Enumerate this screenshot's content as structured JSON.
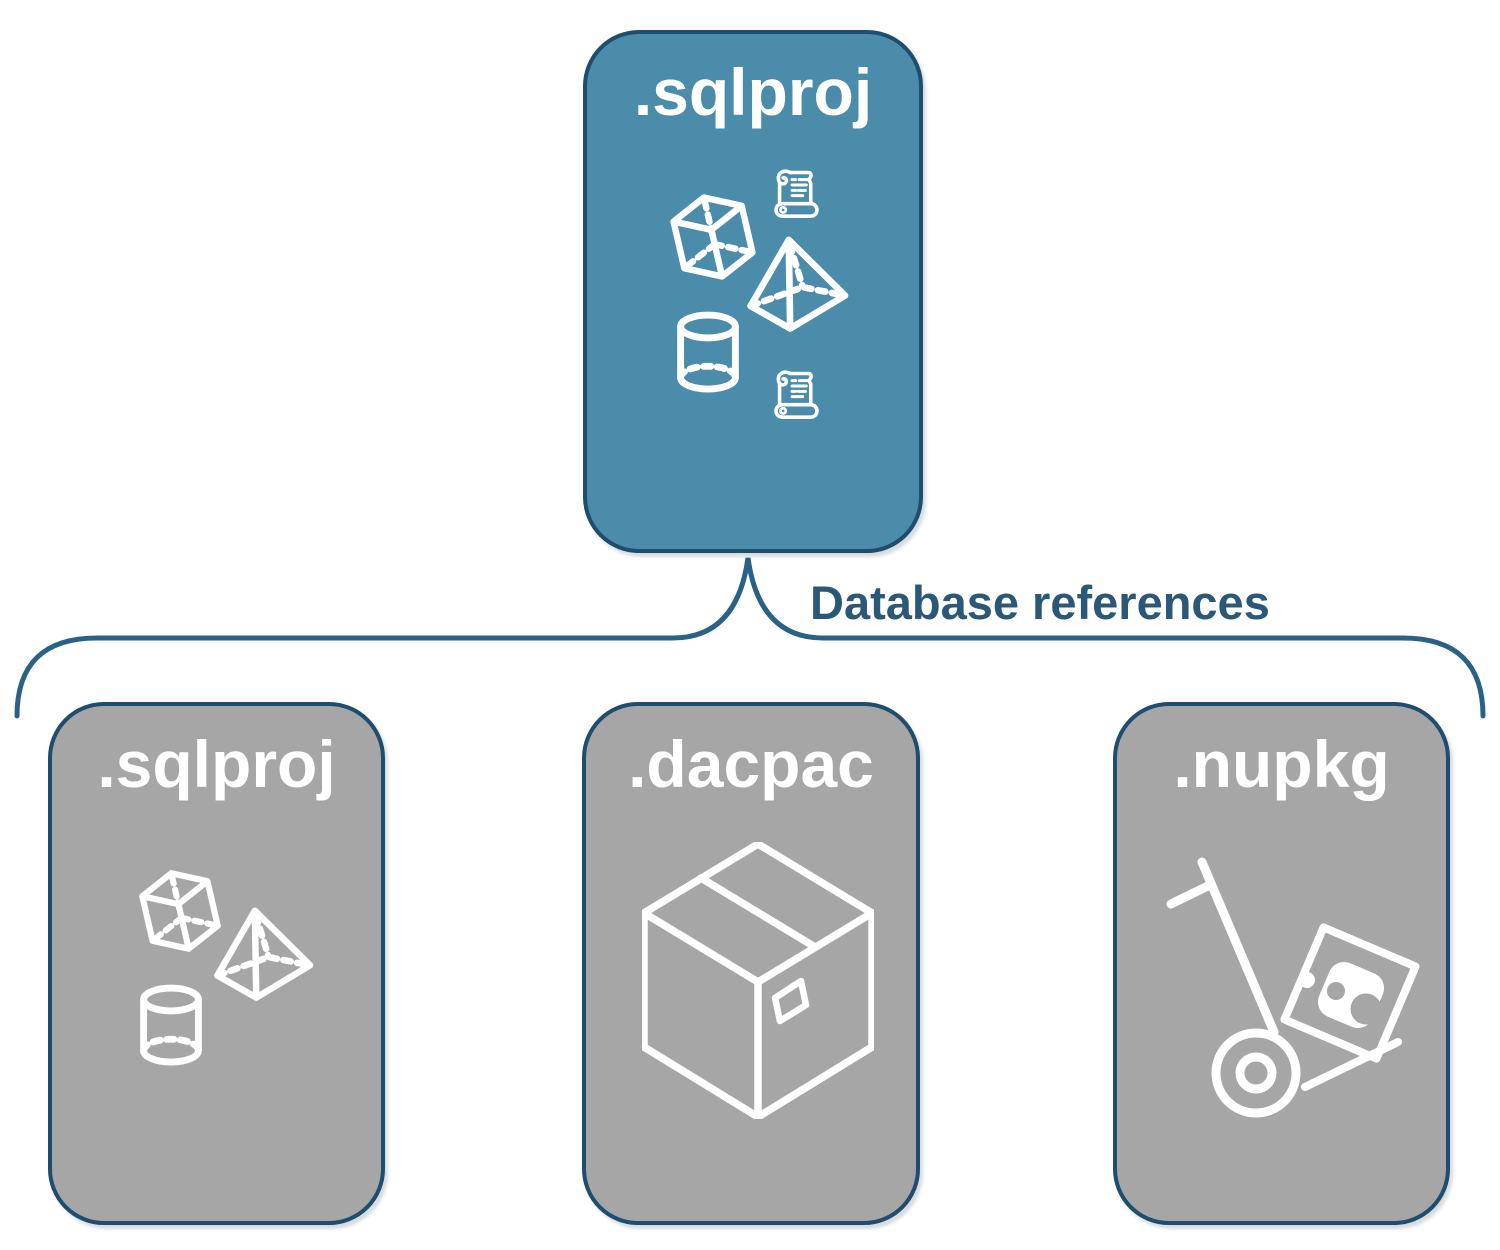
{
  "root_card": {
    "label": ".sqlproj",
    "icons": [
      "cube-icon",
      "scroll-icon",
      "pyramid-icon",
      "cylinder-icon",
      "scroll-icon"
    ]
  },
  "connector": {
    "label": "Database references"
  },
  "child_cards": [
    {
      "label": ".sqlproj",
      "icons": [
        "cube-icon",
        "pyramid-icon",
        "cylinder-icon"
      ]
    },
    {
      "label": ".dacpac",
      "icons": [
        "package-box-icon"
      ]
    },
    {
      "label": ".nupkg",
      "icons": [
        "hand-truck-icon"
      ]
    }
  ],
  "colors": {
    "root_fill": "#4a8caa",
    "child_fill": "#a6a6a6",
    "card_border": "#1e4d6d",
    "connector_line": "#2a6187",
    "connector_text": "#2c5877",
    "icon_stroke": "#ffffff",
    "background": "#ffffff"
  }
}
